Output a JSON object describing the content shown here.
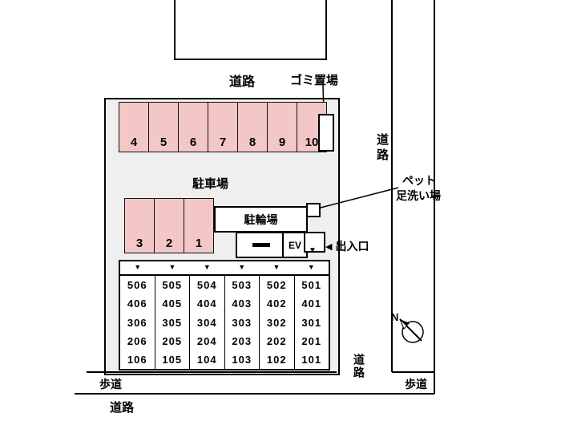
{
  "site": {
    "road_top": "道路",
    "garbage_label": "ゴミ置場",
    "road_right": "道路",
    "pet_wash_label_line1": "ペット",
    "pet_wash_label_line2": "足洗い場",
    "bicycle_label": "駐輪場",
    "elevator_label": "EV",
    "entrance_arrow": "◀",
    "entrance_label": "出入口",
    "sidewalk_left": "歩道",
    "road_bottom_left": "道路",
    "road_bottom_right": "道路",
    "sidewalk_right": "歩道",
    "compass_north": "N"
  },
  "parking": {
    "label": "駐車場",
    "top_stalls": [
      "4",
      "5",
      "6",
      "7",
      "8",
      "9",
      "10"
    ],
    "side_stalls": [
      "3",
      "2",
      "1"
    ]
  },
  "building": {
    "entry_marker": "▼",
    "columns": [
      [
        "506",
        "406",
        "306",
        "206",
        "106"
      ],
      [
        "505",
        "405",
        "305",
        "205",
        "105"
      ],
      [
        "504",
        "404",
        "304",
        "204",
        "104"
      ],
      [
        "503",
        "403",
        "303",
        "203",
        "103"
      ],
      [
        "502",
        "402",
        "302",
        "202",
        "102"
      ],
      [
        "501",
        "401",
        "301",
        "201",
        "101"
      ]
    ]
  },
  "colors": {
    "stall_fill": "#f4c7c7",
    "lot_fill": "#efefef",
    "line": "#000000"
  }
}
